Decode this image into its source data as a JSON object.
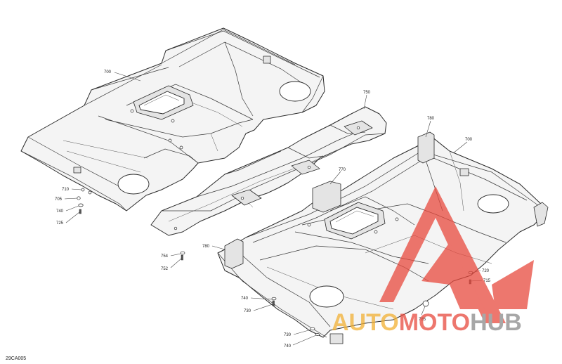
{
  "diagram": {
    "ref_code": "29CA005",
    "callouts": {
      "c700a": "700",
      "c750": "750",
      "c780a": "780",
      "c700b": "700",
      "c770": "770",
      "c710": "710",
      "c705": "705",
      "c740a": "740",
      "c725": "725",
      "c754": "754",
      "c752": "752",
      "c780b": "780",
      "c720": "720",
      "c715": "715",
      "c740b": "740",
      "c730a": "730",
      "c785": "785",
      "c730b": "730",
      "c740c": "740"
    }
  },
  "watermark": {
    "auto": "AUTO",
    "moto": "MOTO",
    "hub": "HUB",
    "colors": {
      "auto": "#f2b134",
      "moto": "#e84a3e",
      "hub": "#8a8a8a",
      "logo": "#e84a3e"
    }
  }
}
